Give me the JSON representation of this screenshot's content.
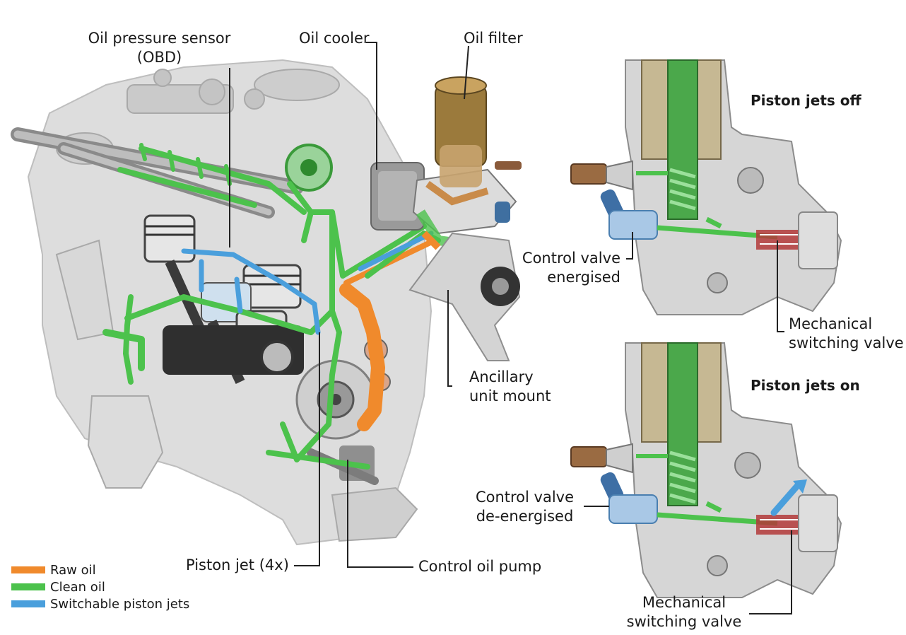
{
  "labels": {
    "oil_pressure_sensor": "Oil pressure sensor",
    "obd": "(OBD)",
    "oil_cooler": "Oil cooler",
    "oil_filter": "Oil filter",
    "piston_jets_off": "Piston jets off",
    "piston_jets_on": "Piston jets on",
    "control_valve_energised_1": "Control valve",
    "control_valve_energised_2": "energised",
    "control_valve_deenergised_1": "Control valve",
    "control_valve_deenergised_2": "de-energised",
    "mech_valve_top_1": "Mechanical",
    "mech_valve_top_2": "switching valve",
    "mech_valve_bottom_1": "Mechanical",
    "mech_valve_bottom_2": "switching valve",
    "ancillary_1": "Ancillary",
    "ancillary_2": "unit mount",
    "piston_jet": "Piston jet (4x)",
    "control_oil_pump": "Control oil pump"
  },
  "legend": [
    {
      "label": "Raw oil",
      "color": "#f08a2c"
    },
    {
      "label": "Clean oil",
      "color": "#4cc24c"
    },
    {
      "label": "Switchable piston jets",
      "color": "#4a9fdc"
    }
  ],
  "colors": {
    "raw_oil": "#f08a2c",
    "clean_oil": "#4cc24c",
    "switchable_jets": "#4a9fdc",
    "filter_bronze": "#9b7a3c",
    "engine_grey": "#c8c8c8"
  }
}
